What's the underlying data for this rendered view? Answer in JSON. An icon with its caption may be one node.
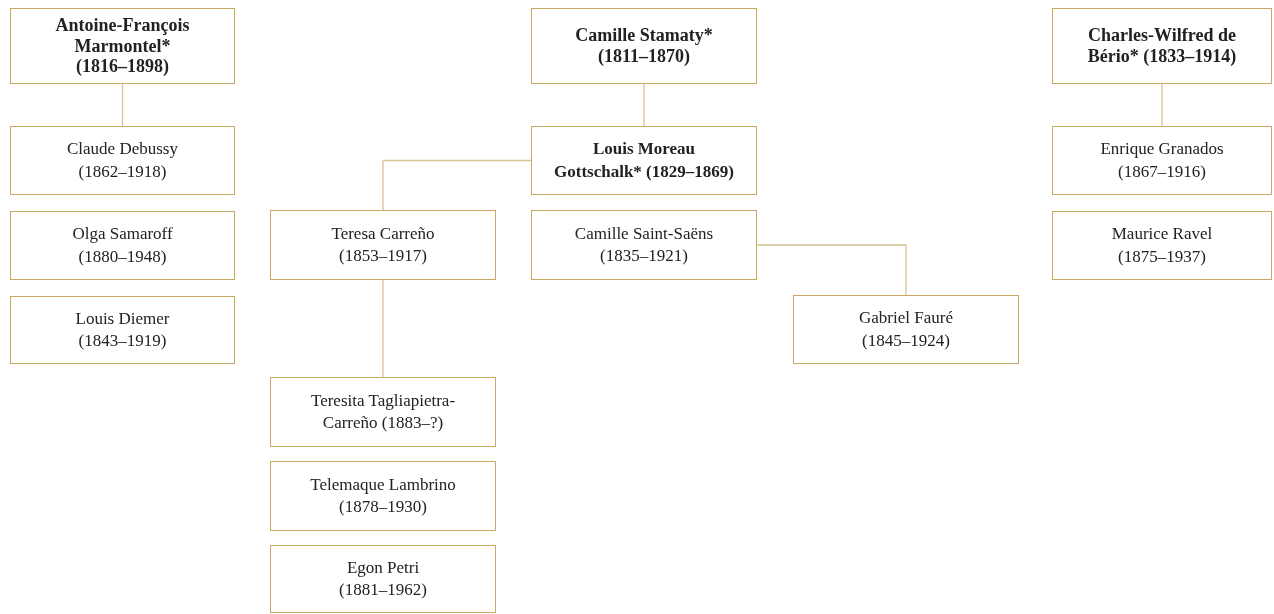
{
  "diagram": {
    "nodes": [
      {
        "text": [
          "Antoine-François Marmontel*",
          "(1816–1898)"
        ]
      },
      {
        "text": [
          "Claude Debussy",
          "(1862–1918)"
        ]
      },
      {
        "text": [
          "Olga Samaroff",
          "(1880–1948)"
        ]
      },
      {
        "text": [
          "Louis Diemer",
          "(1843–1919)"
        ]
      },
      {
        "text": [
          "Camille Stamaty*",
          "(1811–1870)"
        ]
      },
      {
        "text": [
          "Louis Moreau Gottschalk* (1829–1869)"
        ]
      },
      {
        "text": [
          "Teresa Carreño",
          "(1853–1917)"
        ]
      },
      {
        "text": [
          "Camille Saint-Saëns",
          "(1835–1921)"
        ]
      },
      {
        "text": [
          "Gabriel Fauré",
          "(1845–1924)"
        ]
      },
      {
        "text": [
          "Teresita Tagliapietra-Carreño (1883–?)"
        ]
      },
      {
        "text": [
          "Telemaque Lambrino",
          "(1878–1930)"
        ]
      },
      {
        "text": [
          "Egon Petri",
          "(1881–1962)"
        ]
      },
      {
        "text": [
          "Charles-Wilfred de Bério* (1833–1914)"
        ]
      },
      {
        "text": [
          "Enrique Granados",
          "(1867–1916)"
        ]
      },
      {
        "text": [
          "Maurice Ravel",
          "(1875–1937)"
        ]
      }
    ],
    "edges": [
      {
        "from": 0,
        "to": 1,
        "arrow": "none"
      },
      {
        "from": 4,
        "to": 5,
        "arrow": "none"
      },
      {
        "from": 5,
        "to": 6,
        "arrow": "none"
      },
      {
        "from": 6,
        "to": 9,
        "arrow": "none"
      },
      {
        "from": 7,
        "to": 8,
        "arrow": "none"
      },
      {
        "from": 12,
        "to": 13,
        "arrow": "none"
      }
    ]
  }
}
